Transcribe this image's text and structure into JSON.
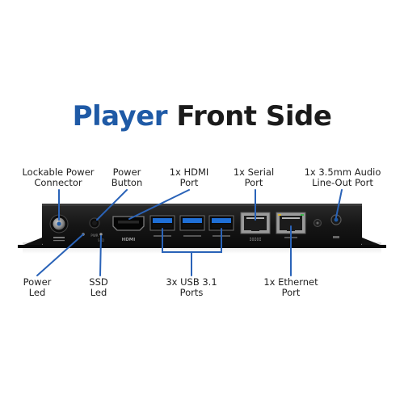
{
  "title": {
    "part1": "Player",
    "part2": "Front Side"
  },
  "labels": {
    "power_connector": "Lockable Power\nConnector",
    "power_button": "Power\nButton",
    "hdmi": "1x HDMI\nPort",
    "serial": "1x Serial\nPort",
    "audio": "1x 3.5mm Audio\nLine-Out Port",
    "power_led": "Power\nLed",
    "ssd_led": "SSD\nLed",
    "usb": "3x USB 3.1\nPorts",
    "ethernet": "1x Ethernet\nPort"
  },
  "colors": {
    "accent": "#1f5aa6",
    "leader": "#2a63b8",
    "device": "#161616",
    "text": "#222222"
  },
  "device_markings": {
    "hdmi": "HDMI",
    "pwr": "PWR",
    "ssd": "SSD",
    "com": "IOIOI"
  }
}
